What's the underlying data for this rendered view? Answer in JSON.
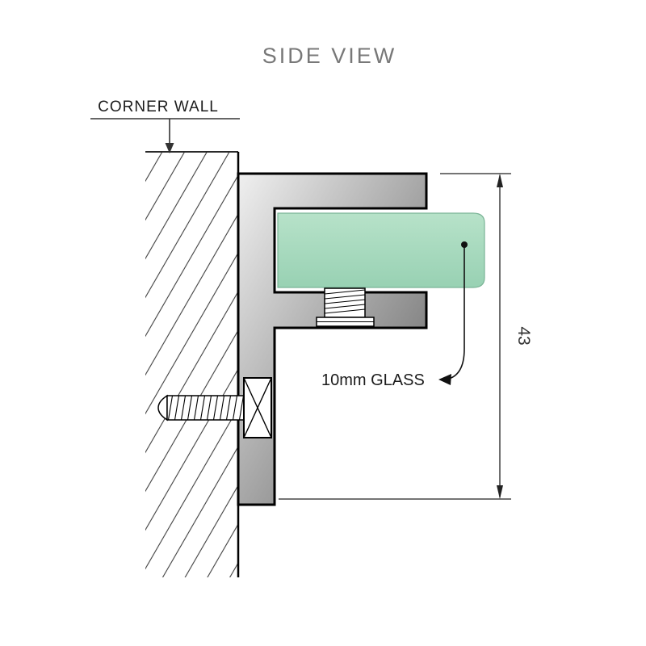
{
  "title": "SIDE VIEW",
  "labels": {
    "corner_wall": "CORNER WALL",
    "glass_callout": "10mm GLASS",
    "dimension_value": "43"
  },
  "colors": {
    "glass_light": "#b7e2c9",
    "glass_dark": "#98d1b3",
    "glass_edge": "#7ab496",
    "bracket_light": "#f0f0f0",
    "bracket_dark": "#5f5f5f",
    "outline": "#000000",
    "title_text": "#787878",
    "label_text": "#1c1c1c",
    "dim_text": "#333333",
    "hatch_line": "#3f3f3f"
  }
}
